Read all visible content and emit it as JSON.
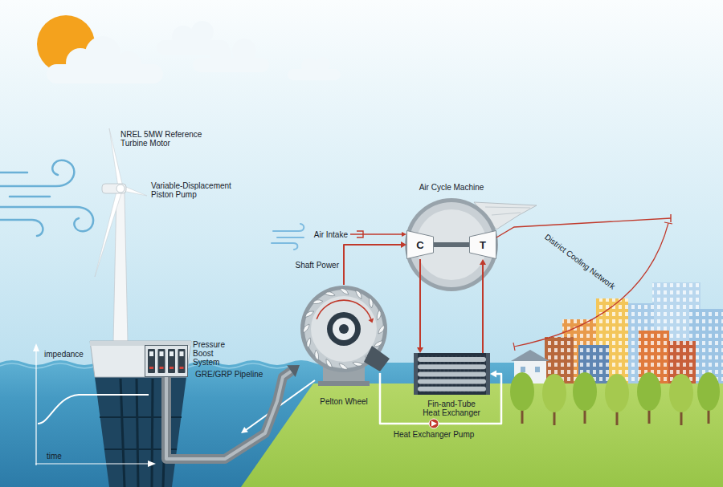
{
  "diagram": {
    "nodes": [
      {
        "text": [
          "Pressure Boost System"
        ]
      },
      {
        "text": [
          "Pelton Wheel"
        ]
      },
      {
        "text": [
          "Air Cycle Machine"
        ]
      },
      {
        "text": [
          "C"
        ],
        "in": 2
      },
      {
        "text": [
          "T"
        ],
        "in": 2
      },
      {
        "text": [
          "Fin-and-Tube Heat Exchanger"
        ]
      }
    ],
    "edges": [
      {
        "from": 0,
        "to": 1,
        "arrow": "to",
        "label": "GRE/GRP Pipeline"
      },
      {
        "from": 1,
        "to": 3,
        "arrow": "to",
        "label": "Shaft Power"
      },
      {
        "from": 3,
        "to": 5,
        "arrow": "to"
      },
      {
        "from": 5,
        "to": 4,
        "arrow": "to"
      },
      {
        "from": 1,
        "to": 5,
        "arrow": "to",
        "label": "Heat Exchanger Pump"
      }
    ],
    "labels": [
      "NREL 5MW Reference Turbine Motor",
      "Variable-Displacement Piston Pump",
      "Air Intake",
      "District Cooling Network",
      "impedance",
      "time"
    ]
  }
}
